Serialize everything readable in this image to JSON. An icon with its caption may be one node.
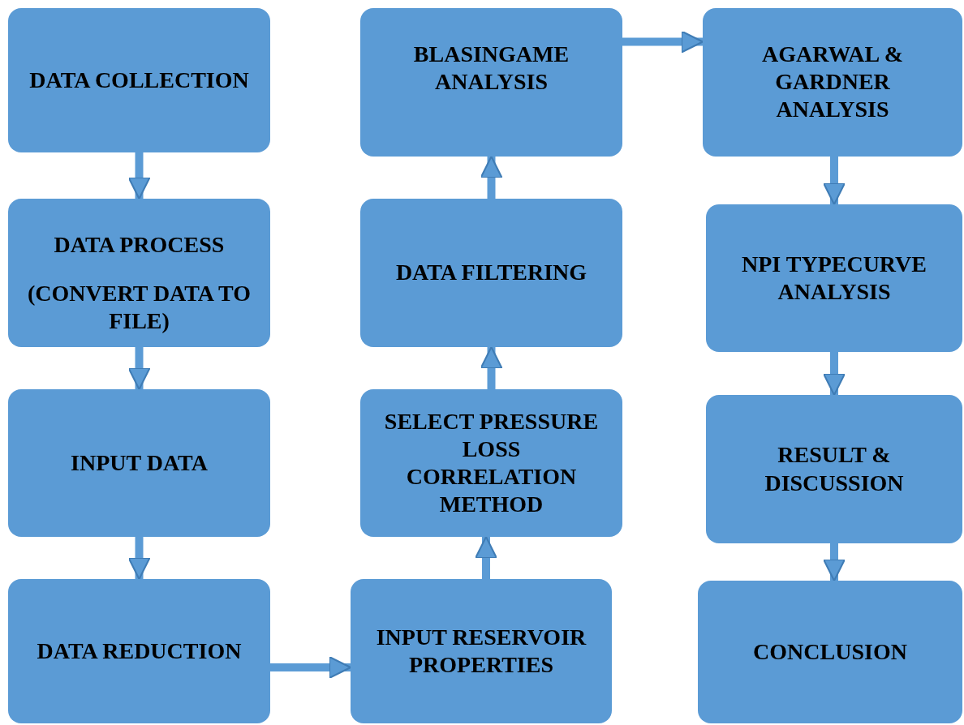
{
  "diagram": {
    "nodes": [
      {
        "text": [
          "DATA COLLECTION"
        ]
      },
      {
        "text": [
          "DATA PROCESS",
          "(CONVERT DATA TO FILE)"
        ]
      },
      {
        "text": [
          "INPUT DATA"
        ]
      },
      {
        "text": [
          "DATA REDUCTION"
        ]
      },
      {
        "text": [
          "INPUT RESERVOIR PROPERTIES"
        ]
      },
      {
        "text": [
          "SELECT PRESSURE LOSS CORRELATION METHOD"
        ]
      },
      {
        "text": [
          "DATA FILTERING"
        ]
      },
      {
        "text": [
          "BLASINGAME ANALYSIS"
        ]
      },
      {
        "text": [
          "AGARWAL & GARDNER ANALYSIS"
        ]
      },
      {
        "text": [
          "NPI TYPECURVE ANALYSIS"
        ]
      },
      {
        "text": [
          "RESULT & DISCUSSION"
        ]
      },
      {
        "text": [
          "CONCLUSION"
        ]
      }
    ],
    "edges": [
      {
        "from": 0,
        "to": 1,
        "arrow": "to"
      },
      {
        "from": 1,
        "to": 2,
        "arrow": "to"
      },
      {
        "from": 2,
        "to": 3,
        "arrow": "to"
      },
      {
        "from": 3,
        "to": 4,
        "arrow": "to"
      },
      {
        "from": 4,
        "to": 5,
        "arrow": "to"
      },
      {
        "from": 5,
        "to": 6,
        "arrow": "to"
      },
      {
        "from": 6,
        "to": 7,
        "arrow": "to"
      },
      {
        "from": 7,
        "to": 8,
        "arrow": "to"
      },
      {
        "from": 8,
        "to": 9,
        "arrow": "to"
      },
      {
        "from": 9,
        "to": 10,
        "arrow": "to"
      },
      {
        "from": 10,
        "to": 11,
        "arrow": "to"
      }
    ]
  }
}
